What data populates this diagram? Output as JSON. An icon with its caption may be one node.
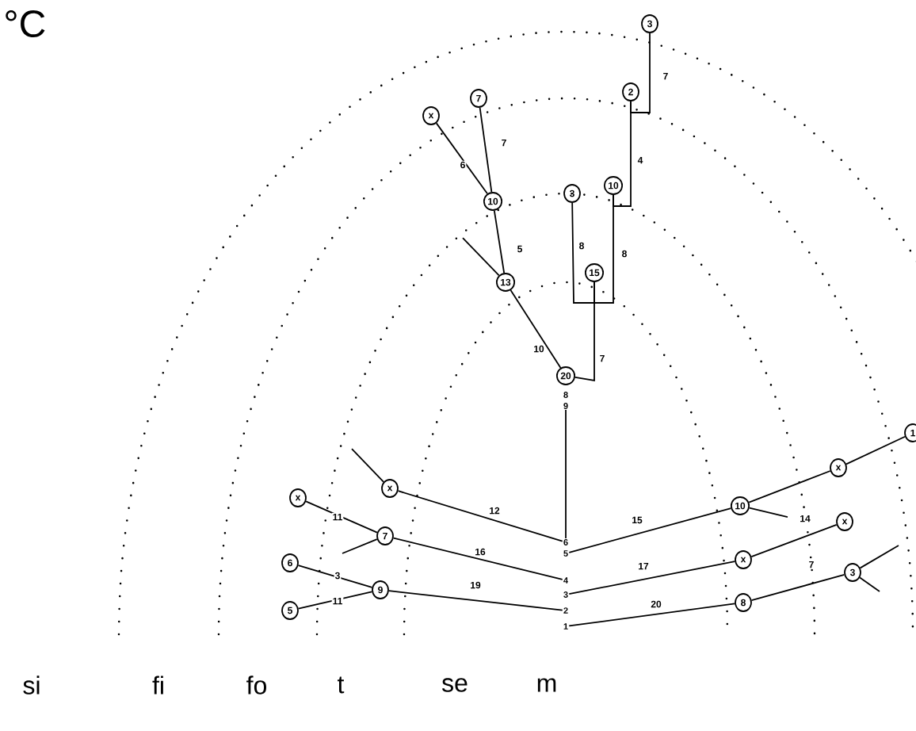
{
  "diagram": {
    "nodes": [
      {
        "text": [
          "3"
        ]
      },
      {
        "text": [
          "2"
        ]
      },
      {
        "text": [
          "10"
        ]
      },
      {
        "text": [
          "3"
        ]
      },
      {
        "text": [
          "15"
        ]
      },
      {
        "text": [
          "20"
        ]
      },
      {
        "text": [
          "8"
        ]
      },
      {
        "text": [
          "9"
        ]
      },
      {
        "text": [
          "x"
        ]
      },
      {
        "text": [
          "7"
        ]
      },
      {
        "text": [
          "10"
        ]
      },
      {
        "text": [
          "13"
        ]
      },
      {
        "text": [
          "x"
        ]
      },
      {
        "text": [
          "x"
        ]
      },
      {
        "text": [
          "7"
        ]
      },
      {
        "text": [
          "6"
        ]
      },
      {
        "text": [
          "9"
        ]
      },
      {
        "text": [
          "5"
        ]
      },
      {
        "text": [
          "1"
        ]
      },
      {
        "text": [
          "x"
        ]
      },
      {
        "text": [
          "10"
        ]
      },
      {
        "text": [
          "x"
        ]
      },
      {
        "text": [
          "x"
        ]
      },
      {
        "text": [
          "3"
        ]
      },
      {
        "text": [
          "8"
        ]
      },
      {
        "text": [
          "6"
        ]
      },
      {
        "text": [
          "5"
        ]
      },
      {
        "text": [
          "4"
        ]
      },
      {
        "text": [
          "3"
        ]
      },
      {
        "text": [
          "2"
        ]
      },
      {
        "text": [
          "1"
        ]
      }
    ],
    "edges": [
      {
        "from": 0,
        "to": 1,
        "arrow": "none",
        "label": "7"
      },
      {
        "from": 1,
        "to": 2,
        "arrow": "none",
        "label": "4"
      },
      {
        "from": 3,
        "to": 4,
        "arrow": "none",
        "label": "8"
      },
      {
        "from": 2,
        "to": 4,
        "arrow": "none",
        "label": "8"
      },
      {
        "from": 4,
        "to": 5,
        "arrow": "none",
        "label": "7"
      },
      {
        "from": 8,
        "to": 10,
        "arrow": "none",
        "label": "6"
      },
      {
        "from": 9,
        "to": 10,
        "arrow": "none",
        "label": "7"
      },
      {
        "from": 10,
        "to": 11,
        "arrow": "none",
        "label": "5"
      },
      {
        "from": 11,
        "to": 5,
        "arrow": "none",
        "label": "10"
      },
      {
        "from": null,
        "to": 11,
        "arrow": "none"
      },
      {
        "from": 7,
        "to": 25,
        "arrow": "none"
      },
      {
        "from": 12,
        "to": 25,
        "arrow": "none",
        "label": "12"
      },
      {
        "from": null,
        "to": 12,
        "arrow": "none"
      },
      {
        "from": 13,
        "to": 14,
        "arrow": "none",
        "label": "11"
      },
      {
        "from": 14,
        "to": 27,
        "arrow": "none",
        "label": "16"
      },
      {
        "from": null,
        "to": 14,
        "arrow": "none"
      },
      {
        "from": 15,
        "to": 16,
        "arrow": "none",
        "label": "3"
      },
      {
        "from": 17,
        "to": 16,
        "arrow": "none",
        "label": "11"
      },
      {
        "from": 16,
        "to": 29,
        "arrow": "none",
        "label": "19"
      },
      {
        "from": 26,
        "to": 20,
        "arrow": "none",
        "label": "15"
      },
      {
        "from": 20,
        "to": 19,
        "arrow": "none"
      },
      {
        "from": 19,
        "to": 18,
        "arrow": "none"
      },
      {
        "from": 20,
        "to": null,
        "arrow": "none"
      },
      {
        "from": 28,
        "to": 22,
        "arrow": "none",
        "label": "17"
      },
      {
        "from": 22,
        "to": 21,
        "arrow": "none",
        "label": "14"
      },
      {
        "from": 30,
        "to": 24,
        "arrow": "none",
        "label": "20"
      },
      {
        "from": 24,
        "to": 23,
        "arrow": "none",
        "label": "7"
      },
      {
        "from": 23,
        "to": null,
        "arrow": "none"
      },
      {
        "from": 23,
        "to": null,
        "arrow": "none"
      }
    ],
    "labels": [
      "°C",
      "si",
      "fi",
      "fo",
      "t",
      "se",
      "m"
    ]
  }
}
